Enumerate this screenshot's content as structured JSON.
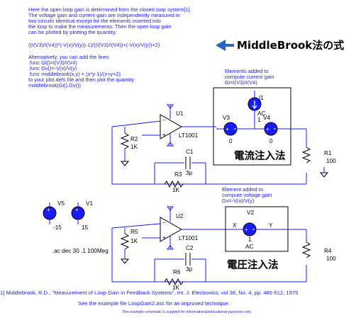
{
  "notes": {
    "intro": [
      "Here the open loop gain is determined from the closed loop system[1].",
      "The voltage gain and current gain are independently measured in",
      "two circuits identical except for the elements inserted into",
      "the loop to make the measurements.  Then the open loop gain",
      "can be plotted by plotting the quantity:"
    ],
    "formula": "((I(V3)/I(V4))*(-V(x)/V(y))-1)/((I(V3)/I(V4))+(-V(x)/V(y))+2)",
    "alt": [
      "Alternatively, you can add the lines",
      ".func Gi()=I(V3)/I(V4)",
      ".func Gv()=-V(x)/V(y)",
      ".func middlebrook(x,y) = (x*y-1)/(x+y+2)",
      "to your plot.defs file and then plot the quantity",
      "middlebrook(Gi(),Gv())"
    ]
  },
  "callout": {
    "label": "MiddleBrook法の式",
    "arrow_color": "#2b64c8"
  },
  "current_box": {
    "title": [
      "Elements added to",
      "compute current gain",
      "Gi=I(V3)/I(V4)"
    ],
    "i1": "I1",
    "ac": "AC",
    "one": "1",
    "v3": "V3",
    "v4": "V4",
    "zero_a": "0",
    "zero_b": "0",
    "heading": "電流注入法"
  },
  "voltage_box": {
    "title": [
      "Element added to",
      "compute voltage gain",
      "Gv=-V(x)/V(y)"
    ],
    "v2": "V2",
    "x": "X",
    "y": "Y",
    "one": "1",
    "ac": "AC",
    "heading": "電圧注入法"
  },
  "circuit1": {
    "u1": "U1",
    "opamp": "LT1001",
    "r2": "R2",
    "r2v": "1K",
    "c1": "C1",
    "c1v": "3p",
    "r3": "R3",
    "r3v": "1K",
    "r1": "R1",
    "r1v": "100"
  },
  "circuit2": {
    "u2": "U2",
    "opamp": "LT1001",
    "r5": "R5",
    "r5v": "1K",
    "c2": "C2",
    "c2v": "3p",
    "r6": "R6",
    "r6v": "1K",
    "r4": "R4",
    "r4v": "100"
  },
  "supplies": {
    "v5": "V5",
    "v5v": "-15",
    "v1": "V1",
    "v1v": "15"
  },
  "directive": ".ac dec 30 .1 100Meg",
  "footer": {
    "reference": "1] Middlebrook, R.D., \"Measurement of Loop Gain in Feedback Systems\", Int. J. Electronics, vol 38, No. 4, pp. 485-512, 1975",
    "example": "See the example file LoopGain2.asc for an improved technique.",
    "disclaimer": "This example schematic is supplied for informational/educational purposes only."
  },
  "colors": {
    "wire": "#1a1aff",
    "component": "#000000",
    "source_fill": "#1a1aff"
  }
}
